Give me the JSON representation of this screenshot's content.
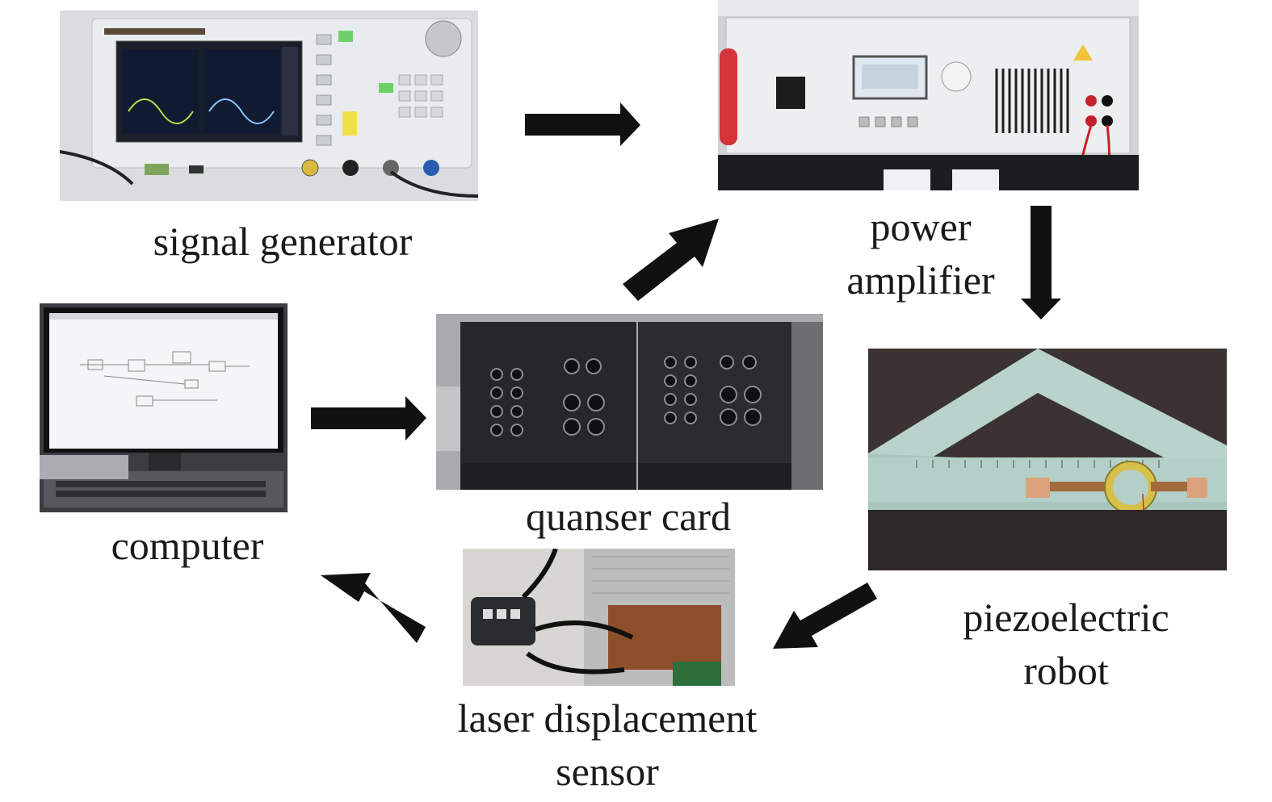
{
  "components": {
    "signal_generator": {
      "label": "signal generator"
    },
    "power_amplifier": {
      "label": "power\namplifier"
    },
    "computer": {
      "label": "computer"
    },
    "quanser_card": {
      "label": "quanser card"
    },
    "piezoelectric_robot": {
      "label": "piezoelectric\nrobot"
    },
    "laser_sensor": {
      "label": "laser displacement\nsensor"
    }
  },
  "flow": [
    {
      "from": "signal_generator",
      "to": "power_amplifier"
    },
    {
      "from": "quanser_card",
      "to": "power_amplifier"
    },
    {
      "from": "power_amplifier",
      "to": "piezoelectric_robot"
    },
    {
      "from": "piezoelectric_robot",
      "to": "laser_sensor"
    },
    {
      "from": "laser_sensor",
      "to": "computer"
    },
    {
      "from": "computer",
      "to": "quanser_card"
    }
  ],
  "colors": {
    "arrow": "#111111",
    "text": "#1a1a1a"
  }
}
